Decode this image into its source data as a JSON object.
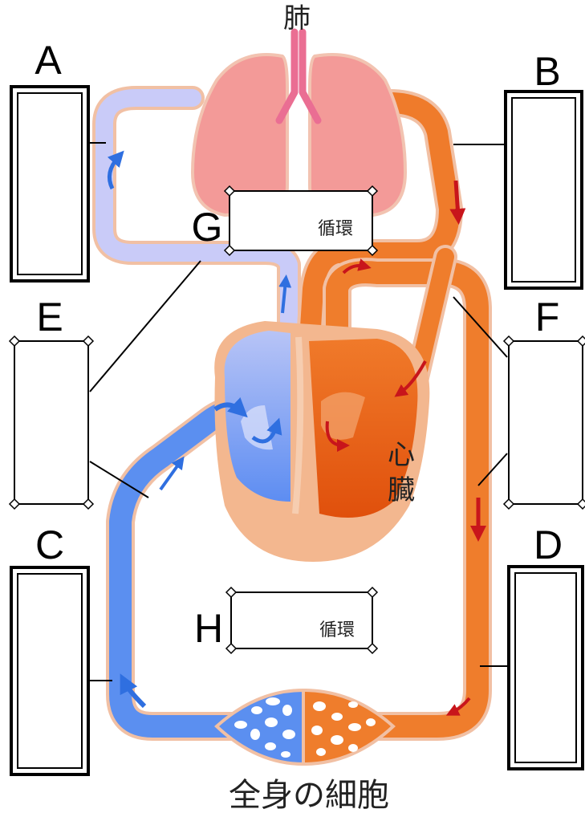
{
  "labels": {
    "lung": "肺",
    "heart_line1": "心",
    "heart_line2": "臓",
    "body_cells": "全身の細胞",
    "pulmonary_circulation_suffix": "循環",
    "systemic_circulation_suffix": "循環"
  },
  "answer_boxes": [
    {
      "letter": "A",
      "answer": ""
    },
    {
      "letter": "B",
      "answer": ""
    },
    {
      "letter": "C",
      "answer": ""
    },
    {
      "letter": "D",
      "answer": ""
    },
    {
      "letter": "E",
      "answer": ""
    },
    {
      "letter": "F",
      "answer": ""
    },
    {
      "letter": "G",
      "answer": ""
    },
    {
      "letter": "H",
      "answer": ""
    }
  ],
  "colors": {
    "venous_blood": "#5b8ff0",
    "venous_light": "#c8ccf8",
    "arterial_blood": "#ef7d2c",
    "arterial_dark": "#e0520f",
    "lung": "#f39a98",
    "vessel_outline": "#f4c3a4"
  }
}
